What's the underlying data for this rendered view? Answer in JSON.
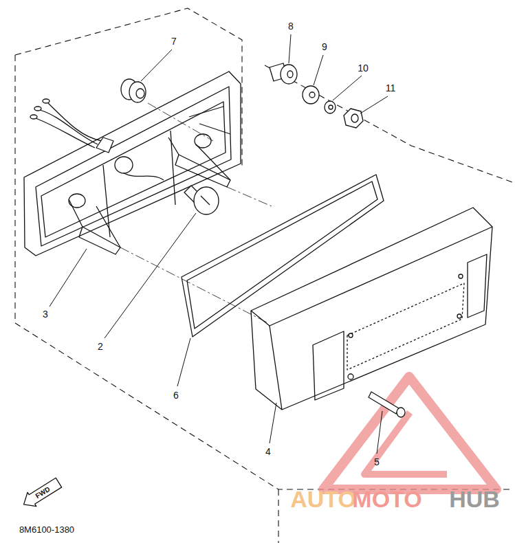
{
  "diagram": {
    "labels": [
      "7",
      "8",
      "9",
      "10",
      "11",
      "3",
      "2",
      "6",
      "4",
      "5",
      "FWD",
      "8M6100-1380",
      "AUTO",
      "MOTO",
      "HUB"
    ]
  }
}
